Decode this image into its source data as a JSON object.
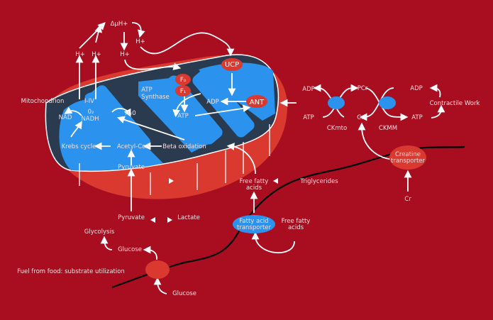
{
  "colors": {
    "background": "#a90e20",
    "matrix": "#2a3a4f",
    "cristae": "#2b93ee",
    "outer": "#d9392f"
  },
  "mito": {
    "title": "Mitochondrion",
    "nad": "NAD",
    "complex": "I-IV",
    "o2": "0₂",
    "nadh": "NADH",
    "h2o": "H₂0",
    "krebs": "Krebs cycle",
    "acetyl": "Acetyl-CoA",
    "pyruvate": "Pyruvate",
    "beta": "Beta oxidation",
    "synthase": [
      "ATP",
      "Synthase"
    ],
    "f0": "F₀",
    "f1": "F₁",
    "adp": "ADP",
    "atp": "ATP",
    "ucp": "UCP",
    "ant": "ANT"
  },
  "protons": {
    "h1": "H+",
    "h2": "H+",
    "h3": "H+",
    "h4": "H+",
    "gradient": "ΔμH+"
  },
  "ck": {
    "adp1": "ADP",
    "atp1": "ATP",
    "pcr": "PCr",
    "cr": "Cr",
    "ckmto": "CKmto",
    "ckmm": "CKMM",
    "adp2": "ADP",
    "atp2": "ATP",
    "work": "Contractile Work"
  },
  "creatine": {
    "transporter": [
      "Creatine",
      "transporter"
    ],
    "cr": "Cr"
  },
  "fat": {
    "ffa_top": [
      "Free fatty",
      "acids"
    ],
    "triglycerides": "Triglycerides",
    "transporter": [
      "Fatty acid",
      "transporter"
    ],
    "ffa_out": [
      "Free fatty",
      "acids"
    ]
  },
  "glucose": {
    "pyruvate": "Pyruvate",
    "lactate": "Lactate",
    "glycolysis": "Glycolysis",
    "glucose_in": "Glucose",
    "fuel": "Fuel from food: substrate utilization",
    "glucose_out": "Glucose"
  }
}
